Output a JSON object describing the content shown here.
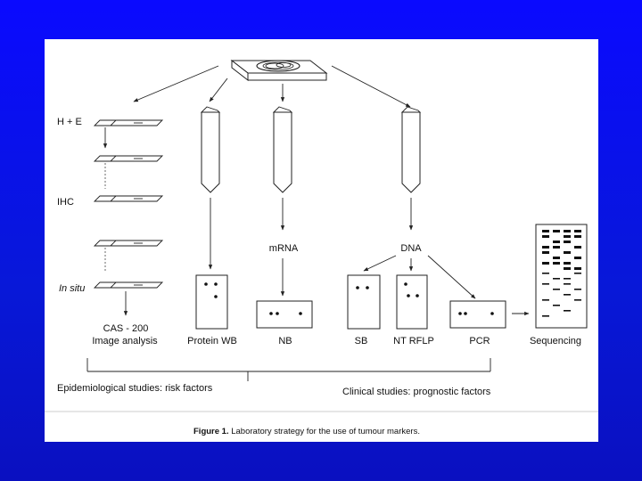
{
  "labels": {
    "he": "H + E",
    "ihc": "IHC",
    "insitu": "In situ",
    "cas": "CAS - 200",
    "image_analysis": "Image analysis",
    "protein_wb": "Protein WB",
    "mrna": "mRNA",
    "nb": "NB",
    "dna": "DNA",
    "sb": "SB",
    "nt_rflp": "NT RFLP",
    "pcr": "PCR",
    "sequencing": "Sequencing",
    "epidemiological": "Epidemiological studies: risk factors",
    "clinical": "Clinical studies: prognostic factors"
  },
  "caption": {
    "bold": "Figure 1.",
    "text": " Laboratory strategy for the use of tumour markers."
  },
  "colors": {
    "background": "#0a10e8",
    "panel": "#ffffff",
    "ink": "#111111"
  }
}
